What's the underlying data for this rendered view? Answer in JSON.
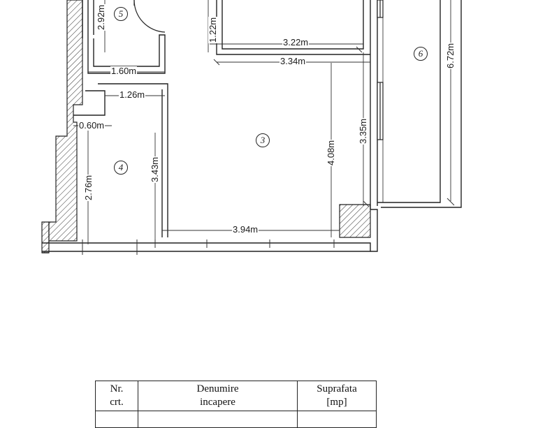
{
  "rooms": [
    "3",
    "4",
    "5",
    "6"
  ],
  "dimensions": {
    "d_2_92": "2.92m",
    "d_1_22": "1.22m",
    "d_3_22": "3.22m",
    "d_3_34": "3.34m",
    "d_6_72": "6.72m",
    "d_1_60": "1.60m",
    "d_1_26": "1.26m",
    "d_0_60": "0.60m",
    "d_2_76": "2.76m",
    "d_3_43": "3.43m",
    "d_4_08": "4.08m",
    "d_3_35": "3.35m",
    "d_3_94": "3.94m"
  },
  "table": {
    "headers": {
      "nr_line1": "Nr.",
      "nr_line2": "crt.",
      "name_line1": "Denumire",
      "name_line2": "incapere",
      "area_line1": "Suprafata",
      "area_line2": "[mp]"
    }
  },
  "colors": {
    "ink": "#222222",
    "paper": "#ffffff"
  }
}
